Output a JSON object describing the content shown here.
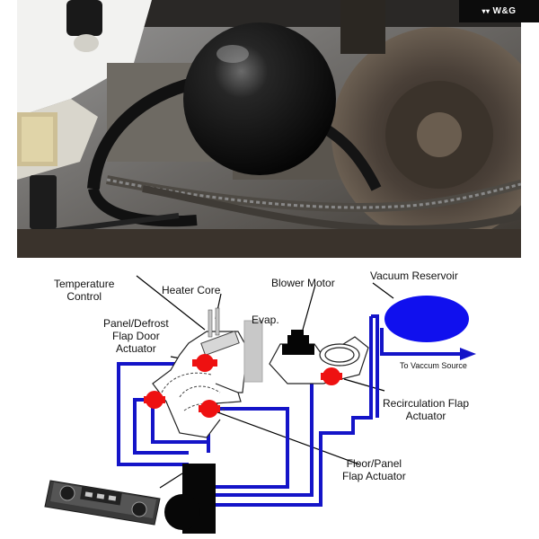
{
  "brand": {
    "logo_text": "W&G"
  },
  "labels": {
    "temperature_control_line1": "Temperature",
    "temperature_control_line2": "Control",
    "heater_core": "Heater Core",
    "blower_motor": "Blower Motor",
    "vacuum_reservoir": "Vacuum Reservoir",
    "evap": "Evap.",
    "panel_defrost_line1": "Panel/Defrost",
    "panel_defrost_line2": "Flap Door",
    "panel_defrost_line3": "Actuator",
    "to_vacuum_source": "To Vaccum Source",
    "recirculation_line1": "Recirculation Flap",
    "recirculation_line2": "Actuator",
    "floor_panel_line1": "Floor/Panel",
    "floor_panel_line2": "Flap Actuator"
  },
  "colors": {
    "vacuum_line": "#1414c8",
    "reservoir": "#1010ee",
    "actuator": "#ee1111",
    "evap": "#c8c8c8"
  }
}
